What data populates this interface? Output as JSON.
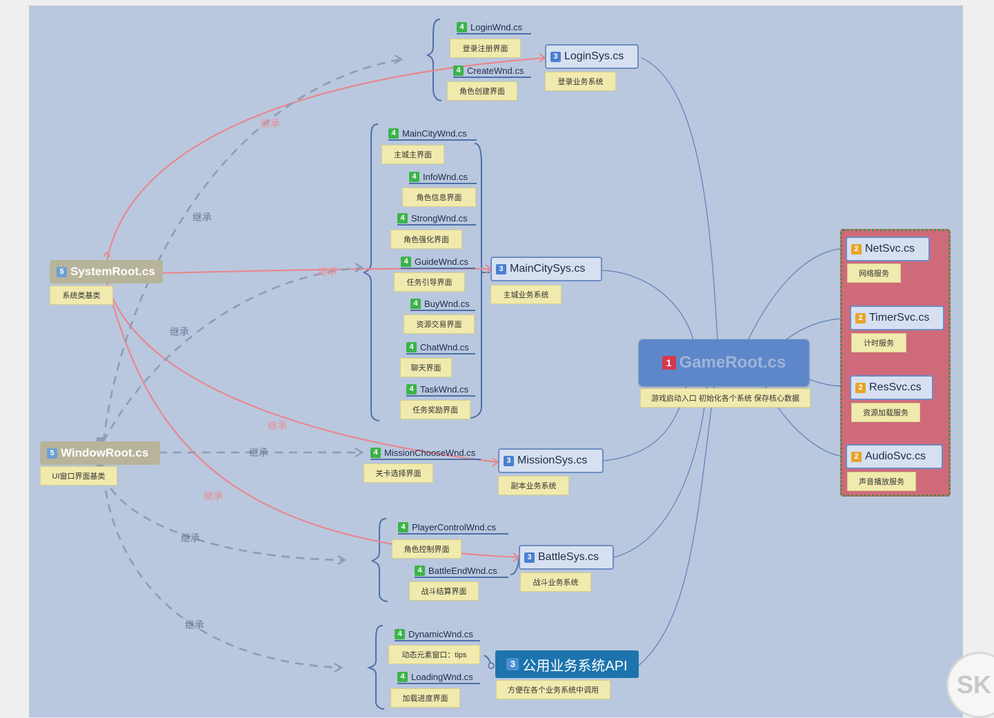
{
  "root": {
    "badge": "1",
    "title": "GameRoot.cs",
    "note": "游戏启动入口 初始化各个系统 保存核心数据"
  },
  "services": [
    {
      "badge": "2",
      "title": "NetSvc.cs",
      "note": "网络服务"
    },
    {
      "badge": "2",
      "title": "TimerSvc.cs",
      "note": "计时服务"
    },
    {
      "badge": "2",
      "title": "ResSvc.cs",
      "note": "资源加载服务"
    },
    {
      "badge": "2",
      "title": "AudioSvc.cs",
      "note": "声音播放服务"
    }
  ],
  "systems": {
    "login": {
      "badge": "3",
      "title": "LoginSys.cs",
      "note": "登录业务系统"
    },
    "maincity": {
      "badge": "3",
      "title": "MainCitySys.cs",
      "note": "主城业务系统"
    },
    "mission": {
      "badge": "3",
      "title": "MissionSys.cs",
      "note": "副本业务系统"
    },
    "battle": {
      "badge": "3",
      "title": "BattleSys.cs",
      "note": "战斗业务系统"
    },
    "api": {
      "badge": "3",
      "title": "公用业务系统API",
      "note": "方便在各个业务系统中调用"
    }
  },
  "windows": {
    "login": [
      {
        "badge": "4",
        "title": "LoginWnd.cs",
        "note": "登录注册界面"
      },
      {
        "badge": "4",
        "title": "CreateWnd.cs",
        "note": "角色创建界面"
      }
    ],
    "maincity": [
      {
        "badge": "4",
        "title": "MainCityWnd.cs",
        "note": "主城主界面"
      },
      {
        "badge": "4",
        "title": "InfoWnd.cs",
        "note": "角色信息界面"
      },
      {
        "badge": "4",
        "title": "StrongWnd.cs",
        "note": "角色强化界面"
      },
      {
        "badge": "4",
        "title": "GuideWnd.cs",
        "note": "任务引导界面"
      },
      {
        "badge": "4",
        "title": "BuyWnd.cs",
        "note": "资源交易界面"
      },
      {
        "badge": "4",
        "title": "ChatWnd.cs",
        "note": "聊天界面"
      },
      {
        "badge": "4",
        "title": "TaskWnd.cs",
        "note": "任务奖励界面"
      }
    ],
    "mission": [
      {
        "badge": "4",
        "title": "MissionChooseWnd.cs",
        "note": "关卡选择界面"
      }
    ],
    "battle": [
      {
        "badge": "4",
        "title": "PlayerControlWnd.cs",
        "note": "角色控制界面"
      },
      {
        "badge": "4",
        "title": "BattleEndWnd.cs",
        "note": "战斗结算界面"
      }
    ],
    "api": [
      {
        "badge": "4",
        "title": "DynamicWnd.cs",
        "note": "动态元素窗口：tips"
      },
      {
        "badge": "4",
        "title": "LoadingWnd.cs",
        "note": "加载进度界面"
      }
    ]
  },
  "bases": {
    "system": {
      "badge": "5",
      "title": "SystemRoot.cs",
      "note": "系统类基类"
    },
    "window": {
      "badge": "5",
      "title": "WindowRoot.cs",
      "note": "UI窗口界面基类"
    }
  },
  "edge_labels": {
    "inherit": "继承"
  },
  "colors": {
    "canvas": "#b9c8de",
    "root": "#5d87c9",
    "service_panel": "#cf6a7b",
    "inherit_red": "#e9868f",
    "inherit_gray": "#8f9bb1",
    "api": "#1d74ad"
  },
  "watermark": "SK"
}
